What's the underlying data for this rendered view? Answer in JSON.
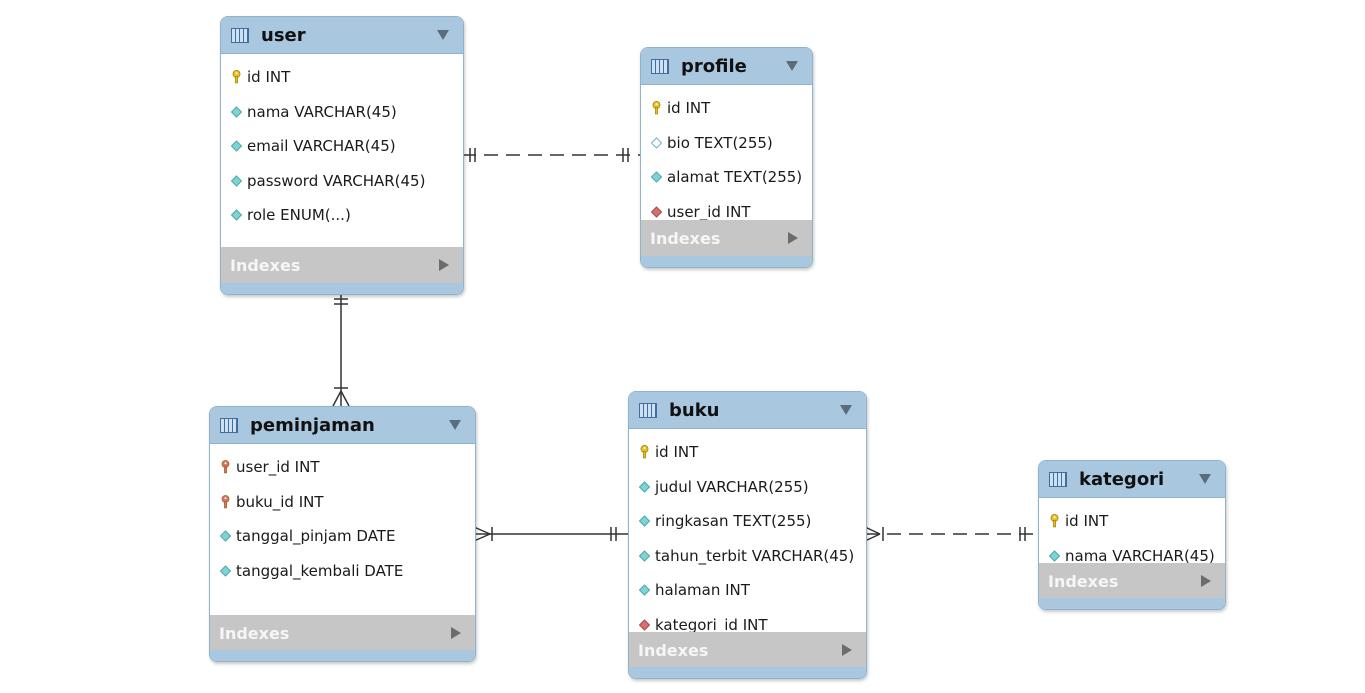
{
  "tables": {
    "user": {
      "name": "user",
      "columns": [
        {
          "text": "id INT",
          "key": "pk"
        },
        {
          "text": "nama VARCHAR(45)",
          "key": "nn"
        },
        {
          "text": "email VARCHAR(45)",
          "key": "nn"
        },
        {
          "text": "password VARCHAR(45)",
          "key": "nn"
        },
        {
          "text": "role ENUM(...)",
          "key": "nn"
        }
      ],
      "indexes_label": "Indexes"
    },
    "profile": {
      "name": "profile",
      "columns": [
        {
          "text": "id INT",
          "key": "pk"
        },
        {
          "text": "bio TEXT(255)",
          "key": "nullable"
        },
        {
          "text": "alamat TEXT(255)",
          "key": "nn"
        },
        {
          "text": "user_id INT",
          "key": "fk"
        }
      ],
      "indexes_label": "Indexes"
    },
    "peminjaman": {
      "name": "peminjaman",
      "columns": [
        {
          "text": "user_id INT",
          "key": "pkfk"
        },
        {
          "text": "buku_id INT",
          "key": "pkfk"
        },
        {
          "text": "tanggal_pinjam DATE",
          "key": "nn"
        },
        {
          "text": "tanggal_kembali DATE",
          "key": "nn"
        }
      ],
      "indexes_label": "Indexes"
    },
    "buku": {
      "name": "buku",
      "columns": [
        {
          "text": "id INT",
          "key": "pk"
        },
        {
          "text": "judul VARCHAR(255)",
          "key": "nn"
        },
        {
          "text": "ringkasan TEXT(255)",
          "key": "nn"
        },
        {
          "text": "tahun_terbit VARCHAR(45)",
          "key": "nn"
        },
        {
          "text": "halaman INT",
          "key": "nn"
        },
        {
          "text": "kategori_id INT",
          "key": "fk"
        }
      ],
      "indexes_label": "Indexes"
    },
    "kategori": {
      "name": "kategori",
      "columns": [
        {
          "text": "id INT",
          "key": "pk"
        },
        {
          "text": "nama VARCHAR(45)",
          "key": "nn"
        }
      ],
      "indexes_label": "Indexes"
    }
  },
  "relationships": [
    {
      "from": "user",
      "to": "profile",
      "from_card": "one",
      "to_card": "one",
      "identifying": false
    },
    {
      "from": "user",
      "to": "peminjaman",
      "from_card": "one",
      "to_card": "many",
      "identifying": true
    },
    {
      "from": "buku",
      "to": "peminjaman",
      "from_card": "one",
      "to_card": "many",
      "identifying": true
    },
    {
      "from": "kategori",
      "to": "buku",
      "from_card": "one",
      "to_card": "many",
      "identifying": false
    }
  ],
  "colors": {
    "header": "#a9c8df",
    "indexes_bar": "#c6c6c6",
    "primary_key": "#e8c21a",
    "not_null": "#7fd3d3",
    "foreign_key": "#d96e6e"
  }
}
